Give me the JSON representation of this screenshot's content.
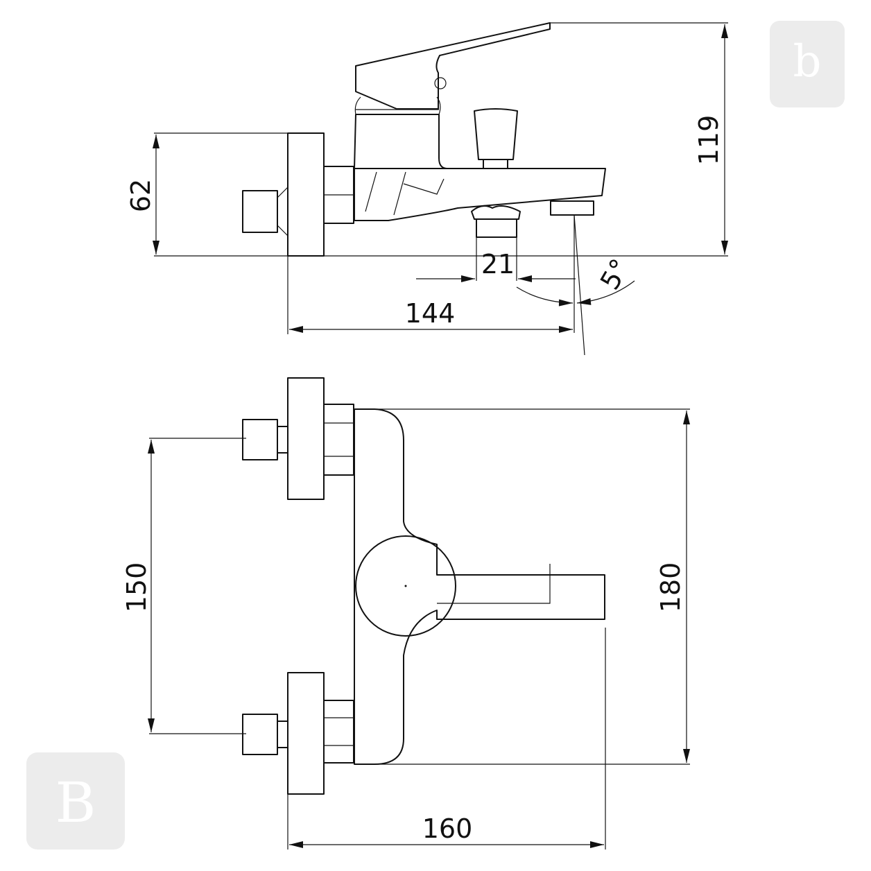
{
  "drawing": {
    "side_view": {
      "height_total": "119",
      "height_plate": "62",
      "outlet_width": "21",
      "angle": "5°",
      "projection": "144"
    },
    "top_view": {
      "inlet_spacing": "150",
      "body_length": "180",
      "depth": "160"
    },
    "colors": {
      "line": "#111111",
      "background": "#ffffff",
      "watermark": "#ececec"
    }
  }
}
